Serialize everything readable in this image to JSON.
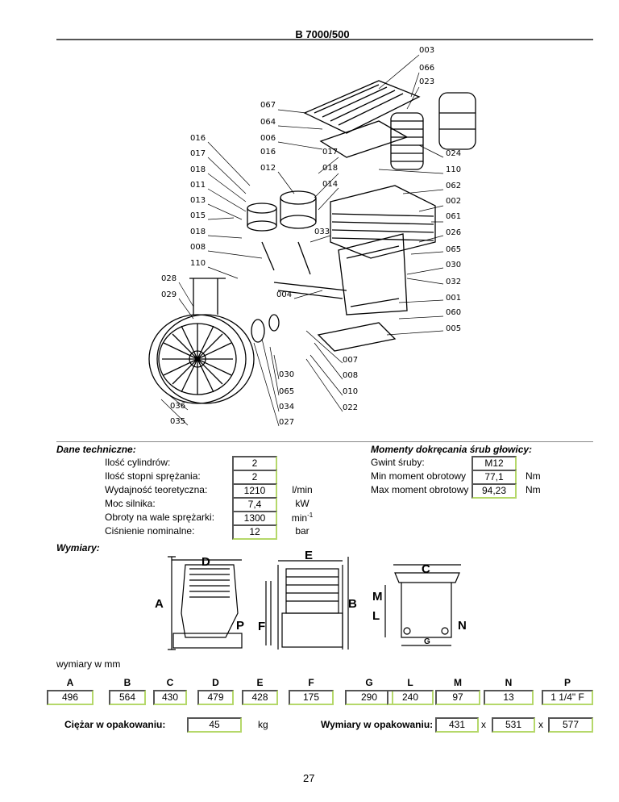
{
  "title": "B 7000/500",
  "parts": [
    "003",
    "066",
    "023",
    "067",
    "064",
    "006",
    "016",
    "017",
    "016",
    "017",
    "024",
    "018",
    "012",
    "018",
    "110",
    "011",
    "014",
    "062",
    "013",
    "002",
    "015",
    "061",
    "018",
    "033",
    "026",
    "008",
    "065",
    "110",
    "030",
    "028",
    "032",
    "029",
    "004",
    "001",
    "060",
    "005",
    "007",
    "030",
    "008",
    "065",
    "010",
    "036",
    "034",
    "022",
    "035",
    "027"
  ],
  "tech": {
    "heading": "Dane techniczne:",
    "rows": [
      {
        "label": "Ilość cylindrów:",
        "value": "2",
        "unit": ""
      },
      {
        "label": "Ilość stopni sprężania:",
        "value": "2",
        "unit": ""
      },
      {
        "label": "Wydajność teoretyczna:",
        "value": "1210",
        "unit": "l/min"
      },
      {
        "label": "Moc silnika:",
        "value": "7,4",
        "unit": "kW"
      },
      {
        "label": "Obroty na wale sprężarki:",
        "value": "1300",
        "unit": "min",
        "unit_sup": "-1"
      },
      {
        "label": "Ciśnienie nominalne:",
        "value": "12",
        "unit": "bar"
      }
    ]
  },
  "torque": {
    "heading": "Momenty dokręcania śrub głowicy:",
    "rows": [
      {
        "label": "Gwint śruby:",
        "value": "M12",
        "unit": ""
      },
      {
        "label": "Min moment obrotowy",
        "value": "77,1",
        "unit": "Nm"
      },
      {
        "label": "Max moment obrotowy",
        "value": "94,23",
        "unit": "Nm"
      }
    ]
  },
  "dims": {
    "heading": "Wymiary:",
    "unit_note": "wymiary w mm",
    "drawing_labels": [
      "D",
      "A",
      "P",
      "E",
      "B",
      "F",
      "C",
      "M",
      "L",
      "N",
      "G"
    ],
    "columns": [
      {
        "key": "A",
        "value": "496"
      },
      {
        "key": "B",
        "value": "564"
      },
      {
        "key": "C",
        "value": "430"
      },
      {
        "key": "D",
        "value": "479"
      },
      {
        "key": "E",
        "value": "428"
      },
      {
        "key": "F",
        "value": "175"
      },
      {
        "key": "G",
        "value": "290"
      },
      {
        "key": "L",
        "value": "240"
      },
      {
        "key": "M",
        "value": "97"
      },
      {
        "key": "N",
        "value": "13"
      },
      {
        "key": "P",
        "value": "1 1/4\" F"
      }
    ]
  },
  "packaging": {
    "weight_label": "Ciężar w opakowaniu:",
    "weight": "45",
    "weight_unit": "kg",
    "size_label": "Wymiary w opakowaniu:",
    "size": [
      "431",
      "531",
      "577"
    ],
    "sep": "x"
  },
  "page_number": "27"
}
